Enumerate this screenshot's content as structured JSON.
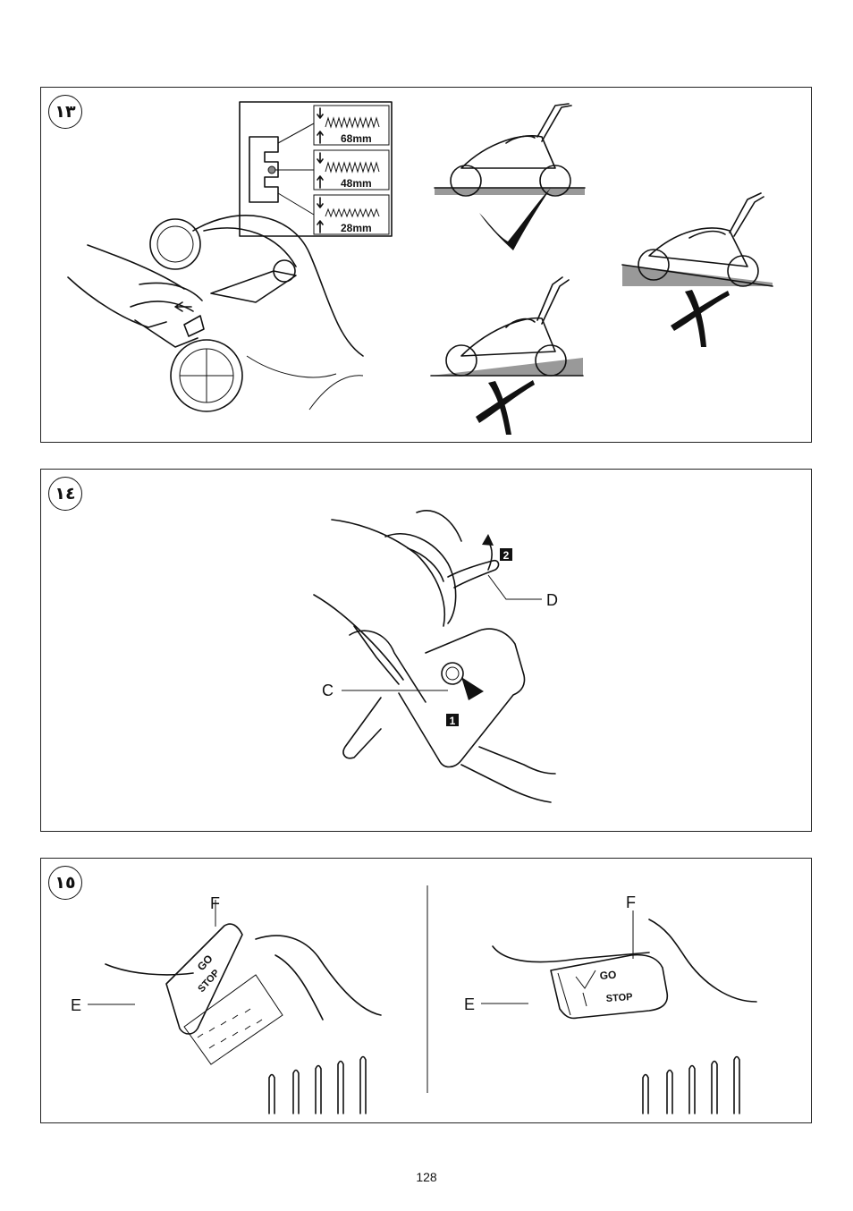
{
  "figures": {
    "fig13": {
      "number": "١٣",
      "heights": [
        "68mm",
        "48mm",
        "28mm"
      ]
    },
    "fig14": {
      "number": "١٤",
      "label_c": "C",
      "label_d": "D",
      "step_1": "1",
      "step_2": "2"
    },
    "fig15": {
      "number": "١٥",
      "left": {
        "label_f": "F",
        "label_e": "E",
        "go": "GO",
        "stop": "STOP"
      },
      "right": {
        "label_f": "F",
        "label_e": "E",
        "go": "GO",
        "stop": "STOP"
      }
    }
  },
  "footer": {
    "page_number": "128"
  }
}
